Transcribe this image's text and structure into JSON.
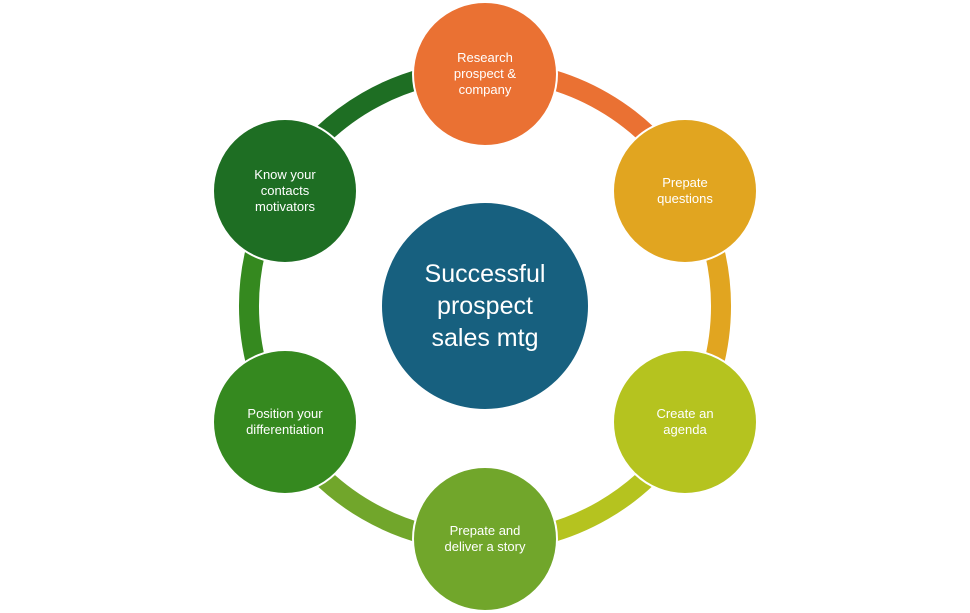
{
  "center": {
    "label": "Successful\nprospect\nsales mtg",
    "color": "#17607f"
  },
  "steps": [
    {
      "label": "Research\nprospect &\ncompany",
      "color": "#ea7133"
    },
    {
      "label": "Prepate\nquestions",
      "color": "#e1a520"
    },
    {
      "label": "Create an\nagenda",
      "color": "#b5c31f"
    },
    {
      "label": "Prepate and\ndeliver a story",
      "color": "#71a62b"
    },
    {
      "label": "Position your\ndifferentiation",
      "color": "#35891f"
    },
    {
      "label": "Know your\ncontacts\nmotivators",
      "color": "#1e6e23"
    }
  ]
}
